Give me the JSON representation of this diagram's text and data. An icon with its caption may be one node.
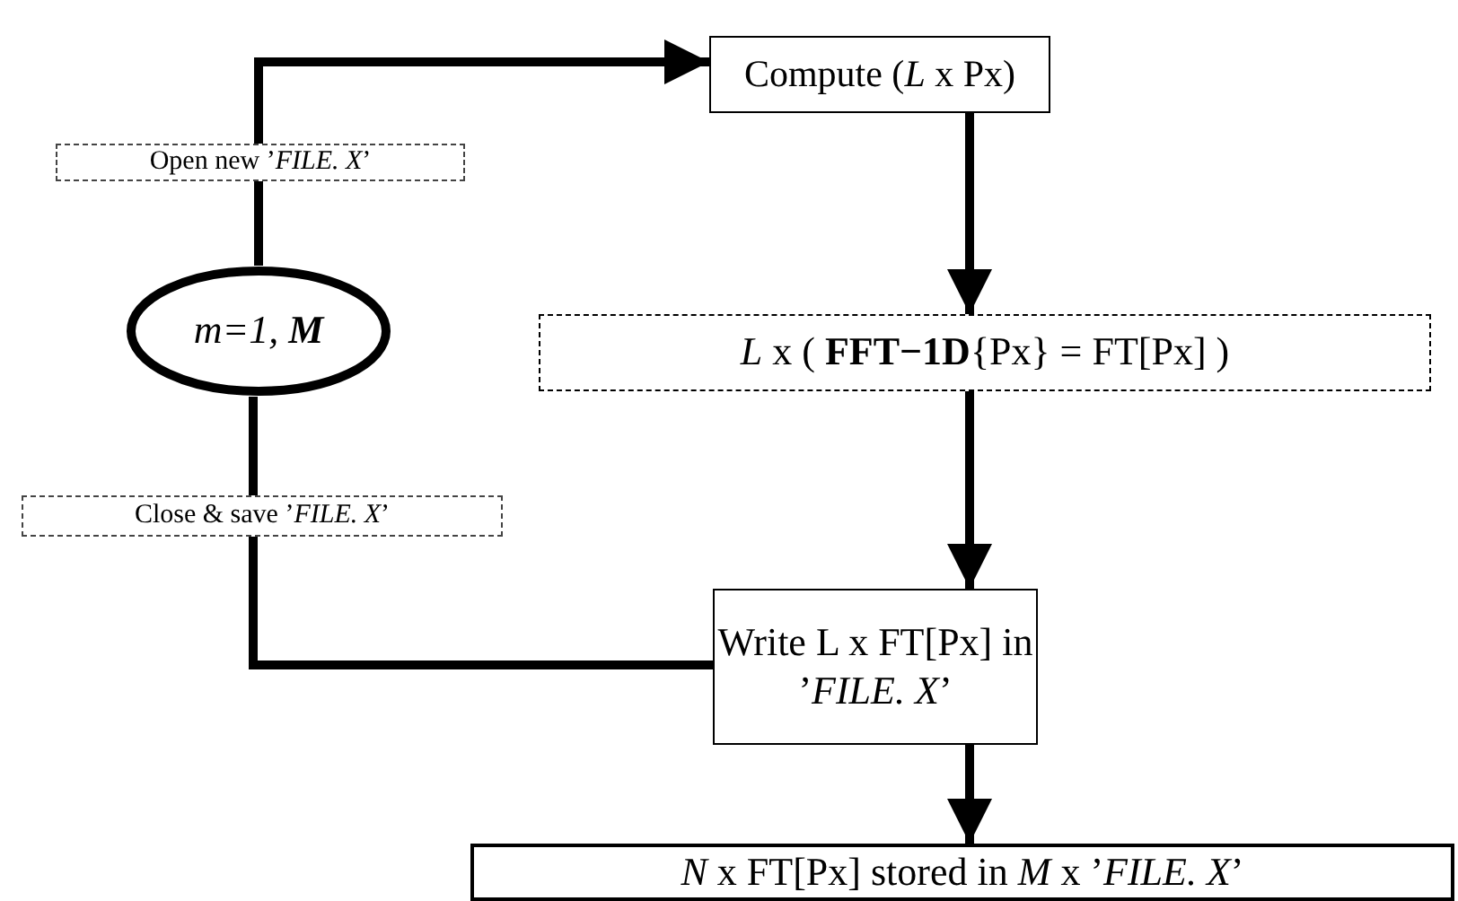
{
  "diagram": {
    "nodes": [
      {
        "text": [
          "Compute (*L* x Px)"
        ]
      },
      {
        "text": [
          "*L* x ( **FFT−1D**{Px}  = FT[Px] )"
        ]
      },
      {
        "text": [
          "Write L x FT[Px] in ’*FILE. X*’"
        ]
      },
      {
        "text": [
          "*N* x FT[Px]  stored in  *M* x ’*FILE. X*’"
        ]
      },
      {
        "text": [
          "m=1, **M**"
        ]
      }
    ],
    "edges": [
      {
        "from": 0,
        "to": 1,
        "arrow": "to"
      },
      {
        "from": 1,
        "to": 2,
        "arrow": "to"
      },
      {
        "from": 2,
        "to": 3,
        "arrow": "to"
      },
      {
        "from": 2,
        "to": 4,
        "arrow": "none",
        "label": "Close & save ’*FILE. X*’"
      },
      {
        "from": 4,
        "to": 0,
        "arrow": "to",
        "label": "Open new ’*FILE. X*’"
      }
    ]
  }
}
